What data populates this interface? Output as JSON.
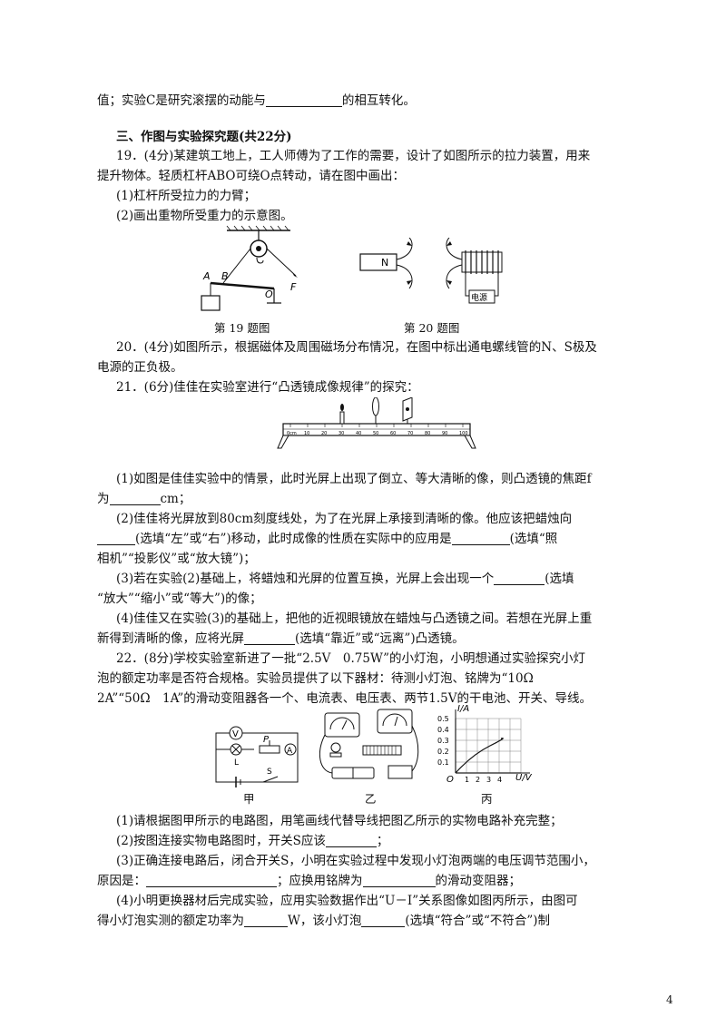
{
  "lines": {
    "l01": "值；实验C是研究滚摆的动能与",
    "l01b": "的相互转化。",
    "sec3": "三、作图与实验探究题(共22分)",
    "q19a": "19．(4分)某建筑工地上，工人师傅为了工作的需要，设计了如图所示的拉力装置，用来",
    "q19b": "提升物体。轻质杠杆ABO可绕O点转动，请在图中画出：",
    "q19c": "(1)杠杆所受拉力的力臂；",
    "q19d": "(2)画出重物所受重力的示意图。",
    "q20a": "20．(4分)如图所示，根据磁体及周围磁场分布情况，在图中标出通电螺线管的N、S极及",
    "q20b": "电源的正负极。",
    "q21a": "21．(6分)佳佳在实验室进行“凸透镜成像规律”的探究：",
    "q21_1a": "(1)如图是佳佳实验中的情景，此时光屏上出现了倒立、等大清晰的像，则凸透镜的焦距f",
    "q21_1b_pre": "为",
    "q21_1b_post": "cm；",
    "q21_2a": "(2)佳佳将光屏放到80cm刻度线处，为了在光屏上承接到清晰的像。他应该把蜡烛向",
    "q21_2b_post": "(选填“左”或“右”)移动，此时成像的性质在实际中的应用是",
    "q21_2b_end": "(选填“照",
    "q21_2c": "相机”“投影仪”或“放大镜”)；",
    "q21_3a_pre": "(3)若在实验(2)基础上，将蜡烛和光屏的位置互换，光屏上会出现一个",
    "q21_3a_post": "(选填",
    "q21_3b": "“放大”“缩小”或“等大”)的像；",
    "q21_4a": "(4)佳佳又在实验(3)的基础上，把他的近视眼镜放在蜡烛与凸透镜之间。若想在光屏上重",
    "q21_4b_pre": "新得到清晰的像，应将光屏",
    "q21_4b_post": "(选填“靠近”或“远离”)凸透镜。",
    "q22a": "22．(8分)学校实验室新进了一批“2.5V　0.75W”的小灯泡，小明想通过实验探究小灯",
    "q22b": "泡的额定功率是否符合规格。实验员提供了以下器材：待测小灯泡、铭牌为“10Ω",
    "q22c": "2A”“50Ω　1A”的滑动变阻器各一个、电流表、电压表、两节1.5V的干电池、开关、导线。",
    "q22_1": "(1)请根据图甲所示的电路图，用笔画线代替导线把图乙所示的实物电路补充完整；",
    "q22_2_pre": "(2)按图连接实物电路图时，开关S应该",
    "q22_2_post": "；",
    "q22_3a": "(3)正确连接电路后，闭合开关S，小明在实验过程中发现小灯泡两端的电压调节范围小，",
    "q22_3b_pre": "原因是：",
    "q22_3b_mid": "；应换用铭牌为",
    "q22_3b_post": "的滑动变阻器；",
    "q22_4a": "(4)小明更换器材后完成实验，应用实验数据作出“U－I”关系图像如图丙所示，由图可",
    "q22_4b_pre": "得小灯泡实测的额定功率为",
    "q22_4b_mid": "W，该小灯泡",
    "q22_4b_post": "(选填“符合”或“不符合”)制"
  },
  "captions": {
    "fig19": "第 19 题图",
    "fig20": "第 20 题图",
    "jia": "甲",
    "yi": "乙",
    "bing": "丙"
  },
  "fig19_labels": {
    "A": "A",
    "B": "B",
    "O": "O",
    "F": "F"
  },
  "fig20_labels": {
    "N": "N",
    "source": "电源"
  },
  "fig22_labels": {
    "V": "V",
    "A": "A",
    "L": "L",
    "P": "P",
    "S": "S"
  },
  "graph_bing": {
    "ylabel": "I/A",
    "xlabel": "U/V",
    "origin": "O",
    "yticks": [
      "0.5",
      "0.4",
      "0.3",
      "0.2",
      "0.1"
    ],
    "xticks": [
      "1",
      "2",
      "3",
      "4"
    ]
  },
  "bench_ticks": [
    "0cm",
    "10",
    "20",
    "30",
    "40",
    "50",
    "60",
    "70",
    "80",
    "90",
    "100"
  ],
  "page_number": "4"
}
